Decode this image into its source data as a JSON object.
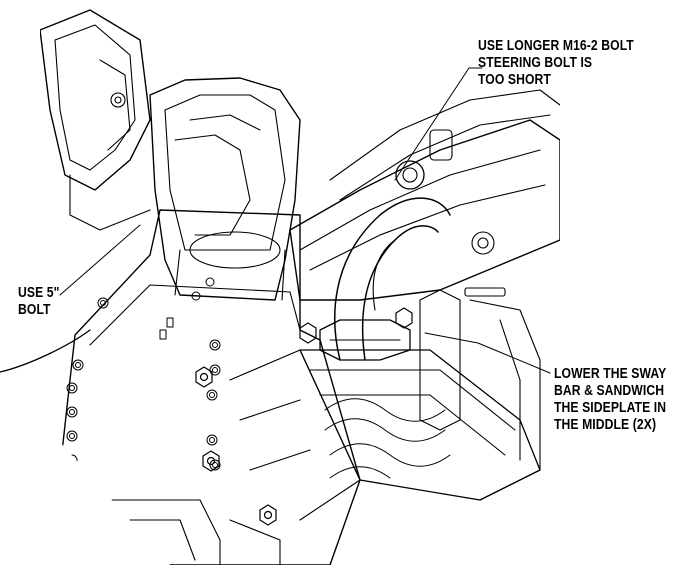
{
  "callouts": {
    "longer_bolt": {
      "lines": [
        "USE LONGER M16-2 BOLT",
        "STEERING BOLT IS",
        "TOO SHORT"
      ]
    },
    "five_inch_bolt": {
      "lines": [
        "USE 5\"",
        "BOLT"
      ]
    },
    "sway_bar": {
      "lines": [
        "LOWER THE SWAY",
        "BAR & SANDWICH",
        "THE SIDEPLATE IN",
        "THE MIDDLE (2X)"
      ]
    }
  },
  "colors": {
    "line": "#000000",
    "background": "#ffffff"
  }
}
